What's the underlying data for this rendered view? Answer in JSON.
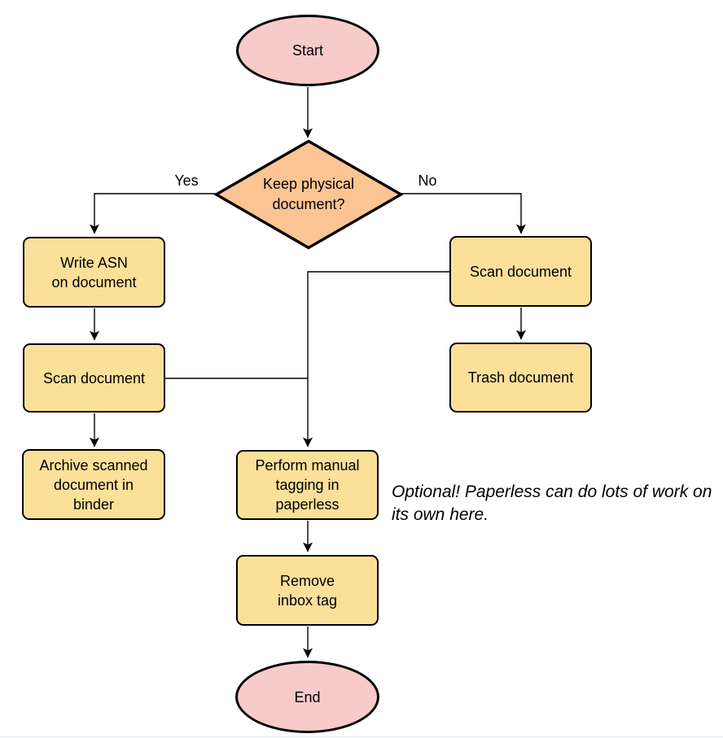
{
  "nodes": {
    "start": {
      "label": "Start",
      "type": "terminal"
    },
    "decision": {
      "label": "Keep physical\ndocument?",
      "type": "decision"
    },
    "write_asn": {
      "label": "Write ASN\non document",
      "type": "process"
    },
    "scan_left": {
      "label": "Scan document",
      "type": "process"
    },
    "archive": {
      "label": "Archive scanned\ndocument in\nbinder",
      "type": "process"
    },
    "scan_right": {
      "label": "Scan document",
      "type": "process"
    },
    "trash": {
      "label": "Trash document",
      "type": "process"
    },
    "tagging": {
      "label": "Perform manual\ntagging in\npaperless",
      "type": "process"
    },
    "remove_inbox": {
      "label": "Remove\ninbox tag",
      "type": "process"
    },
    "end": {
      "label": "End",
      "type": "terminal"
    }
  },
  "edge_labels": {
    "yes": "Yes",
    "no": "No"
  },
  "note": {
    "text": "Optional! Paperless can do lots of work on\nits own here."
  },
  "colors": {
    "terminal": "#F6CBCA",
    "decision": "#FBC492",
    "process": "#FBE09A",
    "stroke": "#000000"
  }
}
